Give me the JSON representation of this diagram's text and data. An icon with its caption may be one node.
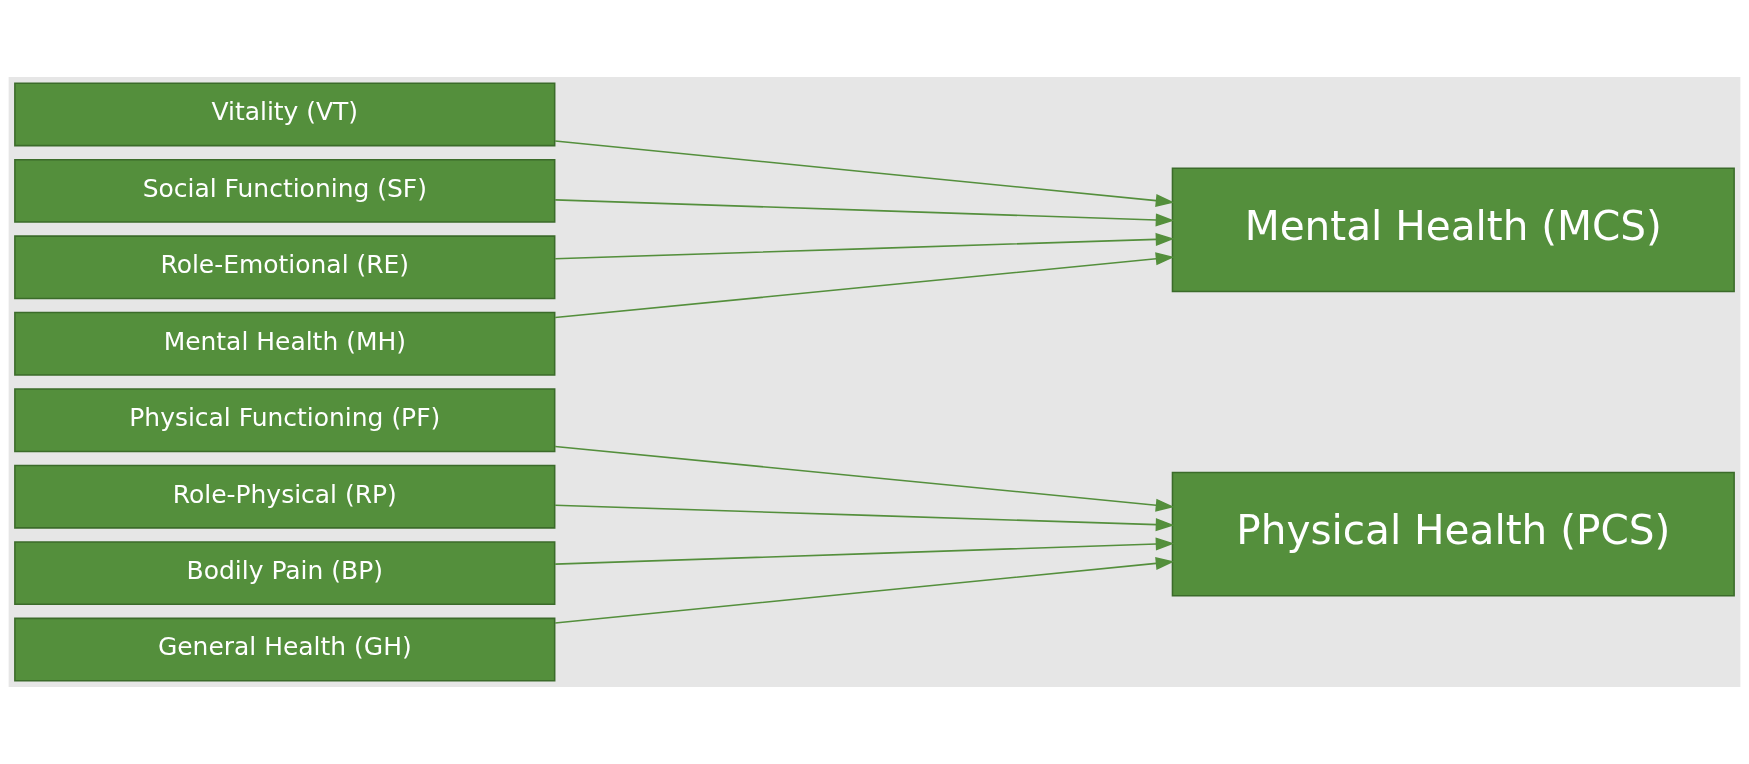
{
  "diagram": {
    "nodes": [
      {
        "text": [
          "Physical Functioning (PF)"
        ]
      },
      {
        "text": [
          "Role-Physical (RP)"
        ]
      },
      {
        "text": [
          "Bodily Pain (BP)"
        ]
      },
      {
        "text": [
          "General Health (GH)"
        ]
      },
      {
        "text": [
          "Physical Health (PCS)"
        ]
      },
      {
        "text": [
          "Vitality (VT)"
        ]
      },
      {
        "text": [
          "Social Functioning (SF)"
        ]
      },
      {
        "text": [
          "Role-Emotional (RE)"
        ]
      },
      {
        "text": [
          "Mental Health (MH)"
        ]
      },
      {
        "text": [
          "Mental Health (MCS)"
        ]
      }
    ],
    "edges": [
      {
        "from": 0,
        "to": 4,
        "arrow": "to"
      },
      {
        "from": 1,
        "to": 4,
        "arrow": "to"
      },
      {
        "from": 2,
        "to": 4,
        "arrow": "to"
      },
      {
        "from": 3,
        "to": 4,
        "arrow": "to"
      },
      {
        "from": 5,
        "to": 9,
        "arrow": "to"
      },
      {
        "from": 6,
        "to": 9,
        "arrow": "to"
      },
      {
        "from": 7,
        "to": 9,
        "arrow": "to"
      },
      {
        "from": 8,
        "to": 9,
        "arrow": "to"
      }
    ]
  }
}
